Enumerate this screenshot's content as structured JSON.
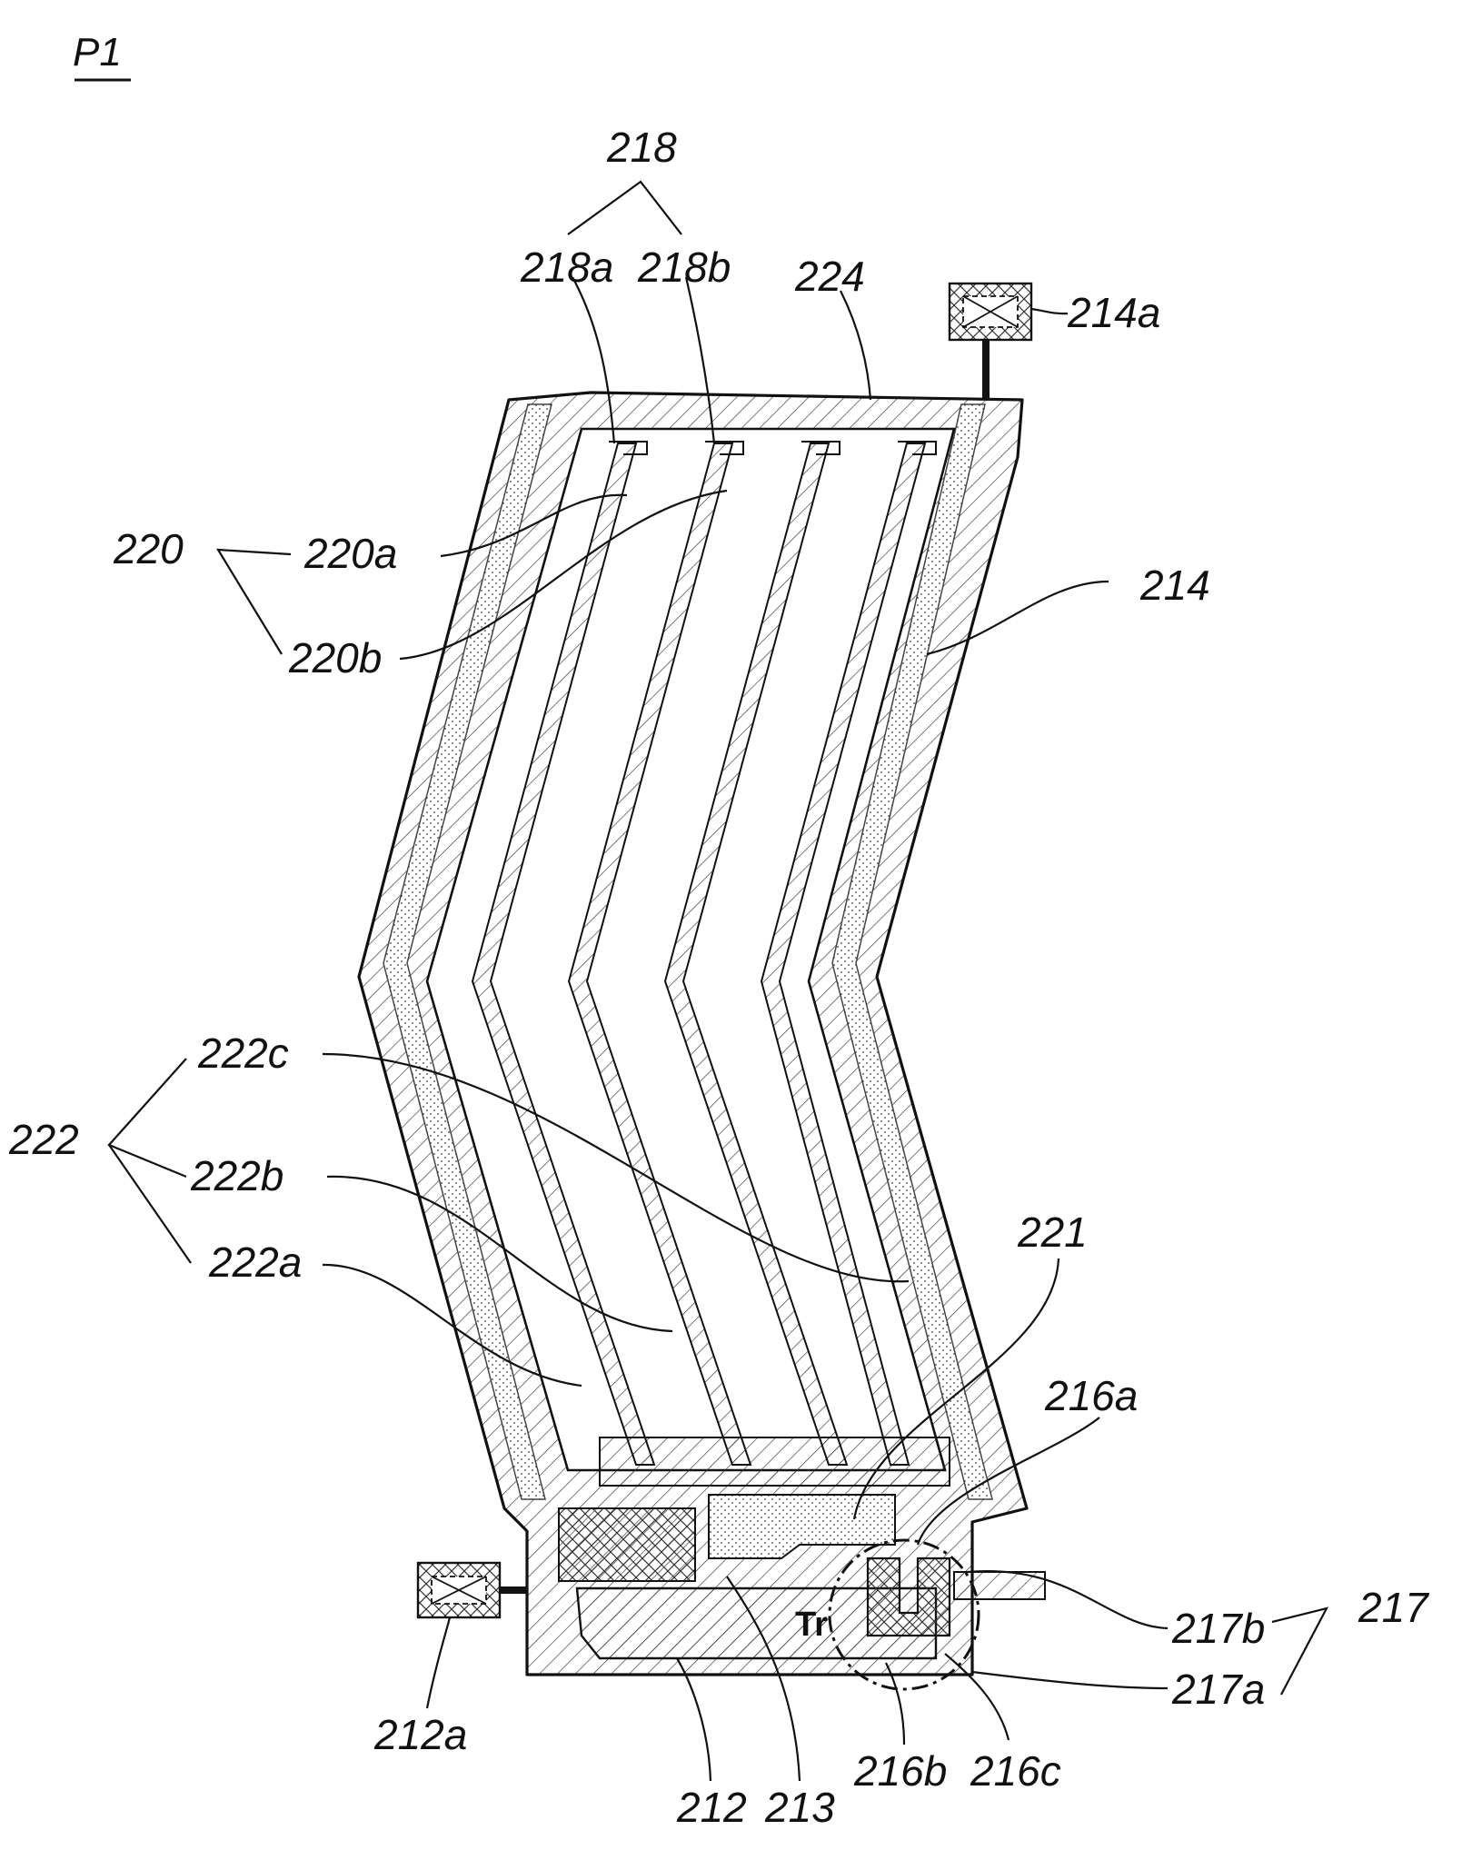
{
  "figure_label": "P1",
  "labels": {
    "l218": "218",
    "l218a": "218a",
    "l218b": "218b",
    "l224": "224",
    "l214a": "214a",
    "l214": "214",
    "l220": "220",
    "l220a": "220a",
    "l220b": "220b",
    "l222": "222",
    "l222a": "222a",
    "l222b": "222b",
    "l222c": "222c",
    "l221": "221",
    "l216a": "216a",
    "l216b": "216b",
    "l216c": "216c",
    "l217": "217",
    "l217a": "217a",
    "l217b": "217b",
    "l212": "212",
    "l212a": "212a",
    "l213": "213",
    "ltr": "Tr"
  }
}
